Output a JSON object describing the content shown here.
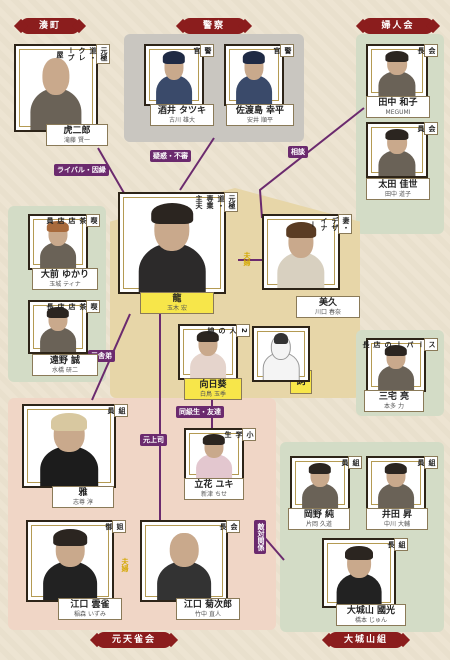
{
  "colors": {
    "tag": "#8b1d1d",
    "line": "#6b2a6e",
    "yellow": "#f7e64a",
    "zone_green": "#d3dcc6",
    "zone_peach": "#f0d6c6",
    "zone_gray": "#c9c6c0",
    "zone_tan": "#e7d6a8"
  },
  "groups": {
    "minatomachi": "湊町",
    "keisatsu": "警察",
    "fujinkai": "婦人会",
    "motoamasuzume": "元天雀会",
    "oshiroyama": "大城山組"
  },
  "relations": {
    "rival": "ライバル・因縁",
    "gimon": "疑惑・不審",
    "soudan": "相談",
    "motoshatei": "元舎弟",
    "motojoushi": "元上司",
    "dousei": "同級生・友達",
    "tekitai": "敵対関係",
    "fuufu1": "夫婦",
    "fuufu2": "夫婦",
    "pet": "飼"
  },
  "people": {
    "torajiro": {
      "role": "元極道・クレープ屋",
      "name": "虎二郎",
      "actor": "滝藤 賢一"
    },
    "sakai": {
      "role": "警官",
      "name": "酒井 タツキ",
      "actor": "古川 雄大"
    },
    "sadojima": {
      "role": "警官",
      "name": "佐渡島 幸平",
      "actor": "安井 順平"
    },
    "tanaka": {
      "role": "会長",
      "name": "田中 和子",
      "actor": "MEGUMI"
    },
    "ota": {
      "role": "会員",
      "name": "太田 佳世",
      "actor": "田中 道子"
    },
    "tatsu": {
      "role": "元極道・専業主夫",
      "name": "龍",
      "actor": "玉木 宏"
    },
    "miku": {
      "role": "妻・デザイナー",
      "name": "美久",
      "actor": "川口 春奈"
    },
    "omae": {
      "role": "喫茶店店員",
      "name": "大前 ゆかり",
      "actor": "玉城 ティナ"
    },
    "tono": {
      "role": "喫茶店店長",
      "name": "遠野 誠",
      "actor": "水橋 研二"
    },
    "hinata": {
      "role": "2人の娘",
      "name": "向日葵",
      "actor": "白鳥 玉季"
    },
    "gin": {
      "name": "銀"
    },
    "miyake": {
      "role": "スーパーの店長",
      "name": "三宅 亮",
      "actor": "本多 力"
    },
    "masa": {
      "role": "組員",
      "name": "雅",
      "actor": "志尊 淳"
    },
    "tachibana": {
      "role": "小学生",
      "name": "立花 ユキ",
      "actor": "新津 ちせ"
    },
    "okano": {
      "role": "組員",
      "name": "岡野 純",
      "actor": "片岡 久道"
    },
    "ide": {
      "role": "組員",
      "name": "井田 昇",
      "actor": "中川 大輔"
    },
    "eguchi_k": {
      "role": "姐御",
      "name": "江口 雲雀",
      "actor": "稲森 いずみ"
    },
    "eguchi_g": {
      "role": "会長",
      "name": "江口 菊次郎",
      "actor": "竹中 直人"
    },
    "oshiroyama": {
      "role": "組長",
      "name": "大城山 國光",
      "actor": "橋本 じゅん"
    }
  }
}
